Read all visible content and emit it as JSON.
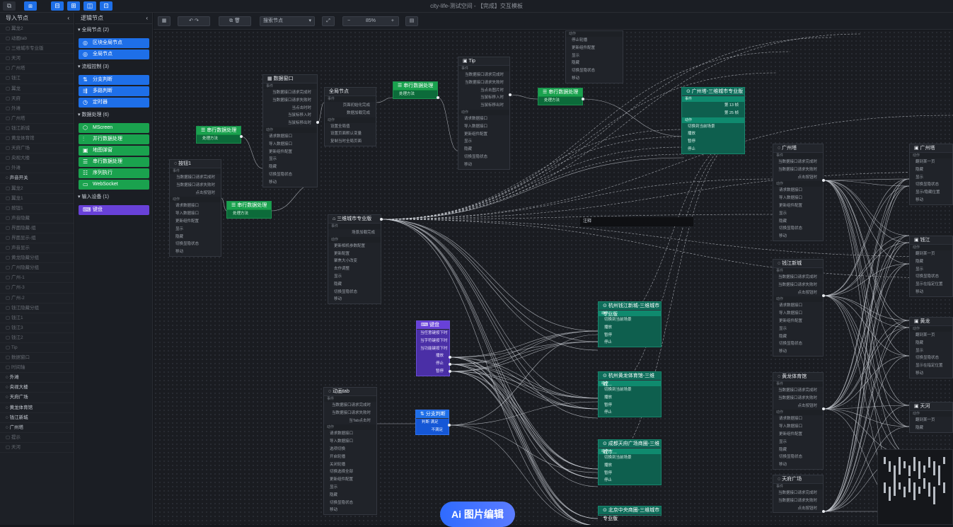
{
  "window": {
    "title": "city-life-测试空间 - 【完成】交互模板"
  },
  "left_panel": {
    "header": "导入节点",
    "layers": [
      {
        "label": "翼龙2",
        "bright": false
      },
      {
        "label": "动画tab",
        "bright": false
      },
      {
        "label": "三维城市专业版",
        "bright": false
      },
      {
        "label": "天河",
        "bright": false
      },
      {
        "label": "广州塔",
        "bright": false
      },
      {
        "label": "钱江",
        "bright": false
      },
      {
        "label": "翼龙",
        "bright": false
      },
      {
        "label": "天府",
        "bright": false
      },
      {
        "label": "外滩",
        "bright": false
      },
      {
        "label": "广州塔",
        "bright": false
      },
      {
        "label": "钱江新城",
        "bright": false
      },
      {
        "label": "黄龙体育馆",
        "bright": false
      },
      {
        "label": "天府广场",
        "bright": false
      },
      {
        "label": "央视大楼",
        "bright": false
      },
      {
        "label": "外滩",
        "bright": false
      },
      {
        "label": "声音开关",
        "bright": true
      },
      {
        "label": "翼龙2",
        "bright": false
      },
      {
        "label": "翼龙1",
        "bright": false
      },
      {
        "label": "按钮1",
        "bright": false
      },
      {
        "label": "声音隐藏",
        "bright": false
      },
      {
        "label": "界面隐藏-组",
        "bright": false
      },
      {
        "label": "界面显示-组",
        "bright": false
      },
      {
        "label": "声音显示",
        "bright": false
      },
      {
        "label": "黄龙隐藏分组",
        "bright": false
      },
      {
        "label": "广州隐藏分组",
        "bright": false
      },
      {
        "label": "广州-1",
        "bright": false
      },
      {
        "label": "广州-3",
        "bright": false
      },
      {
        "label": "广州-2",
        "bright": false
      },
      {
        "label": "钱江隐藏分组",
        "bright": false
      },
      {
        "label": "钱江1",
        "bright": false
      },
      {
        "label": "钱江3",
        "bright": false
      },
      {
        "label": "钱江2",
        "bright": false
      },
      {
        "label": "Tip",
        "bright": false
      },
      {
        "label": "数据窗口",
        "bright": false
      },
      {
        "label": "时间轴",
        "bright": false
      },
      {
        "label": "外滩",
        "bright": true
      },
      {
        "label": "央视大楼",
        "bright": true
      },
      {
        "label": "天府广场",
        "bright": true
      },
      {
        "label": "黄龙体育馆",
        "bright": true
      },
      {
        "label": "钱江新城",
        "bright": true
      },
      {
        "label": "广州塔",
        "bright": true
      },
      {
        "label": "提示",
        "bright": false
      },
      {
        "label": "天河",
        "bright": false
      }
    ]
  },
  "palette": {
    "header": "逻辑节点",
    "sections": [
      {
        "title": "全局节点 (2)",
        "items": [
          {
            "label": "区块全局节点",
            "icon": "globe-icon",
            "color": "#1e6fe8",
            "glyph": "◎"
          },
          {
            "label": "全局节点",
            "icon": "globe-icon",
            "color": "#1e6fe8",
            "glyph": "◎"
          }
        ]
      },
      {
        "title": "流程控制 (3)",
        "items": [
          {
            "label": "分支判断",
            "icon": "branch-icon",
            "color": "#1e6fe8",
            "glyph": "⇅"
          },
          {
            "label": "多路判断",
            "icon": "multi-branch-icon",
            "color": "#1e6fe8",
            "glyph": "⇶"
          },
          {
            "label": "定时器",
            "icon": "clock-icon",
            "color": "#1e6fe8",
            "glyph": "◷"
          }
        ]
      },
      {
        "title": "数据处理 (6)",
        "items": [
          {
            "label": "MScreen",
            "icon": "cube-icon",
            "color": "#1aa24e",
            "glyph": "⬡"
          },
          {
            "label": "并行数据处理",
            "icon": "parallel-icon",
            "color": "#1aa24e",
            "glyph": "⫶"
          },
          {
            "label": "地图弹窗",
            "icon": "map-popup-icon",
            "color": "#1aa24e",
            "glyph": "▣"
          },
          {
            "label": "串行数据处理",
            "icon": "serial-icon",
            "color": "#1aa24e",
            "glyph": "☰"
          },
          {
            "label": "序列执行",
            "icon": "sequence-icon",
            "color": "#1aa24e",
            "glyph": "☷"
          },
          {
            "label": "WebSocket",
            "icon": "socket-icon",
            "color": "#1aa24e",
            "glyph": "▭"
          }
        ]
      },
      {
        "title": "输入设备 (1)",
        "items": [
          {
            "label": "键盘",
            "icon": "keyboard-icon",
            "color": "#6841d8",
            "glyph": "⌨"
          }
        ]
      }
    ]
  },
  "toolbar": {
    "node_select": "搜索节点",
    "zoom": "85%",
    "minus": "−",
    "plus": "+"
  },
  "nodes": {
    "data_window": {
      "title": "数据窗口",
      "events": [
        "当数据接口请求完成时",
        "当数据接口请求失败时",
        "当点击时时",
        "当鼠标移入时",
        "当鼠标移出时"
      ],
      "actions": [
        "请求数据接口",
        "导入数据接口",
        "更新组件配置",
        "显示",
        "隐藏",
        "切换显隐状态",
        "移动"
      ]
    },
    "global": {
      "title": "全局节点",
      "events": [
        "页面初始化完成",
        "数据加载完成"
      ],
      "actions": [
        "设置全局值",
        "设置页面默认变量",
        "复制当时全局页面"
      ]
    },
    "serial1": {
      "title": "串行数据处理",
      "body": "处理方法"
    },
    "serial2": {
      "title": "串行数据处理",
      "body": "处理方法"
    },
    "serial3": {
      "title": "串行数据处理",
      "body": "处理方法"
    },
    "serial4": {
      "title": "串行数据处理",
      "body": "处理方法"
    },
    "tip": {
      "title": "Tip",
      "events": [
        "当数据接口请求完成时",
        "当数据接口请求失败时",
        "当点击图片时",
        "当鼠标移入时",
        "当鼠标移出时"
      ],
      "actions": [
        "请求数据接口",
        "导入数据接口",
        "更新组件配置",
        "显示",
        "隐藏",
        "切换显隐状态",
        "移动"
      ]
    },
    "top_partial": {
      "actions": [
        "停止轮播",
        "更新组件配置",
        "显示",
        "隐藏",
        "切换显隐状态",
        "移动"
      ]
    },
    "button1": {
      "title": "按钮1",
      "events": [
        "当数据接口请求完成时",
        "当数据接口请求失败时",
        "点击按钮时"
      ],
      "actions": [
        "请求数据接口",
        "导入数据接口",
        "更新组件配置",
        "显示",
        "隐藏",
        "切换显隐状态",
        "移动"
      ]
    },
    "city3d": {
      "title": "三维城市专业版",
      "events": [
        "场景加载完成"
      ],
      "actions": [
        "更新相机参数配置",
        "更新配置",
        "聚焦大小改变",
        "去作调整",
        "显示",
        "隐藏",
        "切换显隐状态",
        "移动"
      ]
    },
    "gz_tower_teal": {
      "title": "广州塔-三维城市专业版",
      "event_rows": [
        "第 13 帧",
        "第 25 帧"
      ],
      "actions": [
        "切换到当前场景",
        "播放",
        "暂停",
        "停止"
      ]
    },
    "gz_tower": {
      "title": "广州塔",
      "events": [
        "当数据接口请求完成时",
        "当数据接口请求失败时",
        "点击按钮时"
      ],
      "actions": [
        "请求数据接口",
        "导入数据接口",
        "更新组件配置",
        "显示",
        "隐藏",
        "切换显隐状态",
        "移动"
      ]
    },
    "gz_tower_r": {
      "title": "广州塔",
      "actions": [
        "翻到某一页",
        "隐藏",
        "显示",
        "切换显隐状态",
        "显示/隐藏位置",
        "移动"
      ]
    },
    "qj_r": {
      "title": "钱江",
      "actions": [
        "翻到某一页",
        "隐藏",
        "显示",
        "切换显隐状态",
        "显示在指定位置",
        "移动"
      ]
    },
    "qjxc": {
      "title": "钱江新城",
      "events": [
        "当数据接口请求完成时",
        "当数据接口请求失败时",
        "点击按钮时"
      ],
      "actions": [
        "请求数据接口",
        "导入数据接口",
        "更新组件配置",
        "显示",
        "隐藏",
        "切换显隐状态",
        "移动"
      ]
    },
    "hzqj_teal": {
      "title": "杭州钱江新城-三维城市专业版",
      "actions": [
        "切换到当前场景",
        "播放",
        "暂停",
        "停止"
      ]
    },
    "keyboard": {
      "title": "键盘",
      "rows": [
        "当任意键按下时",
        "当字符键按下时",
        "当功能键按下时",
        "播放",
        "停止",
        "暂停"
      ]
    },
    "hl_r": {
      "title": "黄龙",
      "actions": [
        "翻到某一页",
        "隐藏",
        "显示",
        "切换显隐状态",
        "显示在指定位置",
        "移动"
      ]
    },
    "hlty": {
      "title": "黄龙体育馆",
      "events": [
        "当数据接口请求完成时",
        "当数据接口请求失败时",
        "点击按钮时"
      ],
      "actions": [
        "请求数据接口",
        "导入数据接口",
        "更新组件配置",
        "显示",
        "隐藏",
        "切换显隐状态",
        "移动"
      ]
    },
    "hzty_teal": {
      "title": "杭州黄龙体育馆-三维城...",
      "actions": [
        "切换到当前场景",
        "播放",
        "暂停",
        "停止"
      ]
    },
    "anim_tab": {
      "title": "动画tab",
      "events": [
        "当数据接口请求完成时",
        "当数据接口请求失败时",
        "当Tab点击时"
      ],
      "actions": [
        "请求数据接口",
        "导入数据接口",
        "选项切换",
        "开启轮播",
        "关闭轮播",
        "切换选择全部",
        "更新组件配置",
        "显示",
        "隐藏",
        "切换显隐状态",
        "移动"
      ]
    },
    "branch": {
      "title": "分支判断",
      "left": "判断",
      "right1": "满足",
      "right2": "不满足"
    },
    "cdtf_teal": {
      "title": "成都天府广场商圈-三维城市...",
      "actions": [
        "切换到当前场景",
        "播放",
        "暂停",
        "停止"
      ]
    },
    "th_r": {
      "title": "天河",
      "actions": [
        "翻到某一页",
        "隐藏"
      ]
    },
    "tfgc": {
      "title": "天府广场",
      "events": [
        "当数据接口请求完成时",
        "当数据接口请求失败时",
        "点击按钮时"
      ]
    },
    "bjys_teal": {
      "title": "北京中央商圈-三维城市专业版"
    }
  },
  "comment": "注释",
  "labels": {
    "events": "事件",
    "actions": "动作"
  },
  "badge": "Ai 图片编辑"
}
